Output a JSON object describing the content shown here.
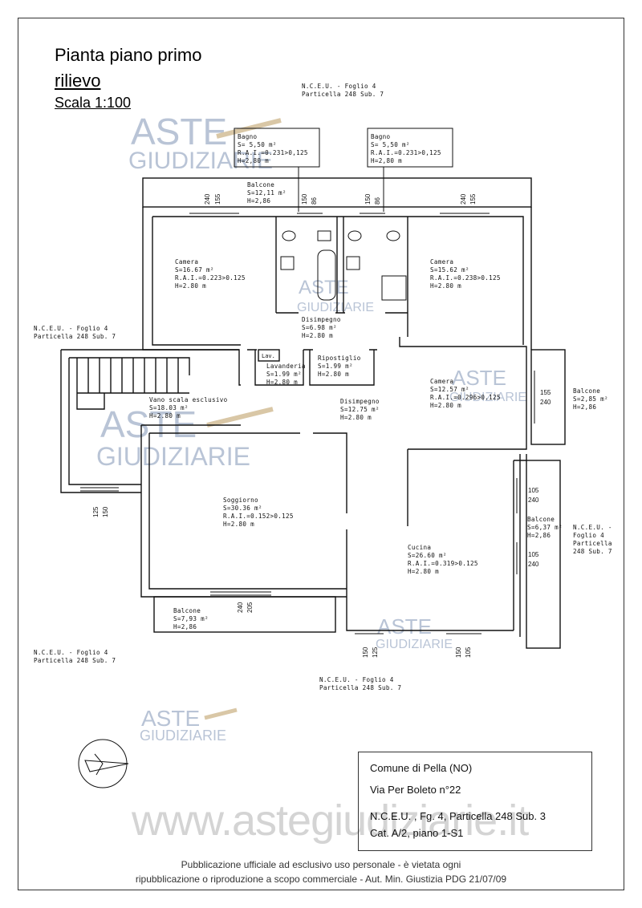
{
  "title": {
    "line1": "Pianta piano primo",
    "line2": "rilievo",
    "scale": "Scala 1:100"
  },
  "watermark": {
    "top": "ASTE",
    "bottom": "GIUDIZIARIE"
  },
  "neighbors": {
    "top_right": [
      "N.C.E.U. - Foglio 4",
      "Particella 248 Sub. 7"
    ],
    "left": [
      "N.C.E.U. - Foglio 4",
      "Particella 248 Sub. 7"
    ],
    "right": [
      "N.C.E.U. -",
      "Foglio 4",
      "Particella",
      "248 Sub. 7"
    ],
    "bottom_left": [
      "N.C.E.U. - Foglio 4",
      "Particella 248 Sub. 7"
    ],
    "bottom_center": [
      "N.C.E.U. - Foglio 4",
      "Particella 248 Sub. 7"
    ]
  },
  "rooms": {
    "bagno1": [
      "Bagno",
      "S= 5,50 m²",
      "R.A.I.=0.231>0,125",
      "H=2,80 m"
    ],
    "bagno2": [
      "Bagno",
      "S= 5,50 m²",
      "R.A.I.=0.231>0,125",
      "H=2,80 m"
    ],
    "balcone_top": [
      "Balcone",
      "S=12,11 m²",
      "H=2,86"
    ],
    "camera1": [
      "Camera",
      "S=16.67 m²",
      "R.A.I.=0.223>0.125",
      "H=2.80 m"
    ],
    "camera2": [
      "Camera",
      "S=15.62 m²",
      "R.A.I.=0.238>0.125",
      "H=2.80 m"
    ],
    "disimpegno1": [
      "Disimpegno",
      "S=6.98 m²",
      "H=2.80 m"
    ],
    "lav_tag": "Lav.",
    "lavanderia": [
      "Lavanderia",
      "S=1.99 m²",
      "H=2.80 m"
    ],
    "ripostiglio": [
      "Ripostiglio",
      "S=1.99 m²",
      "H=2.80 m"
    ],
    "camera3": [
      "Camera",
      "S=12.57 m²",
      "R.A.I.=0.296>0.125",
      "H=2.80 m"
    ],
    "balcone_right1": [
      "Balcone",
      "S=2,85 m²",
      "H=2,86"
    ],
    "vano_scala": [
      "Vano scala esclusivo",
      "S=18.03 m²",
      "H=2.80 m"
    ],
    "disimpegno2": [
      "Disimpegno",
      "S=12.75 m²",
      "H=2.80 m"
    ],
    "soggiorno": [
      "Soggiorno",
      "S=30.36 m²",
      "R.A.I.=0.152>0.125",
      "H=2.80 m"
    ],
    "balcone_right2": [
      "Balcone",
      "S=6,37 m²",
      "H=2,86"
    ],
    "cucina": [
      "Cucina",
      "S=26.60 m²",
      "R.A.I.=0.319>0.125",
      "H=2.80 m"
    ],
    "balcone_bottom": [
      "Balcone",
      "S=7,93 m²",
      "H=2,86"
    ]
  },
  "dimensions": {
    "d240a": "240",
    "d155a": "155",
    "d150a": "150",
    "d86a": "86",
    "d150b": "150",
    "d86b": "86",
    "d240b": "240",
    "d155b": "155",
    "d155c": "155",
    "d240c": "240",
    "d105a": "105",
    "d240d": "240",
    "d105b": "105",
    "d240e": "240",
    "d125a": "125",
    "d150c": "150",
    "d240f": "240",
    "d205": "205",
    "d150d": "150",
    "d125b": "125",
    "d150e": "150",
    "d105c": "105"
  },
  "info": {
    "line1": "Comune di Pella (NO)",
    "line2": "Via Per Boleto n°22",
    "line3": "N.C.E.U. , Fg. 4,  Particella 248 Sub. 3",
    "line4": "Cat. A/2, piano 1-S1"
  },
  "site_url": "www.astegiudiziarie.it",
  "footer": {
    "line1": "Pubblicazione ufficiale ad esclusivo uso personale - è vietata ogni",
    "line2": "ripubblicazione o riproduzione a scopo commerciale - Aut. Min. Giustizia PDG 21/07/09"
  }
}
